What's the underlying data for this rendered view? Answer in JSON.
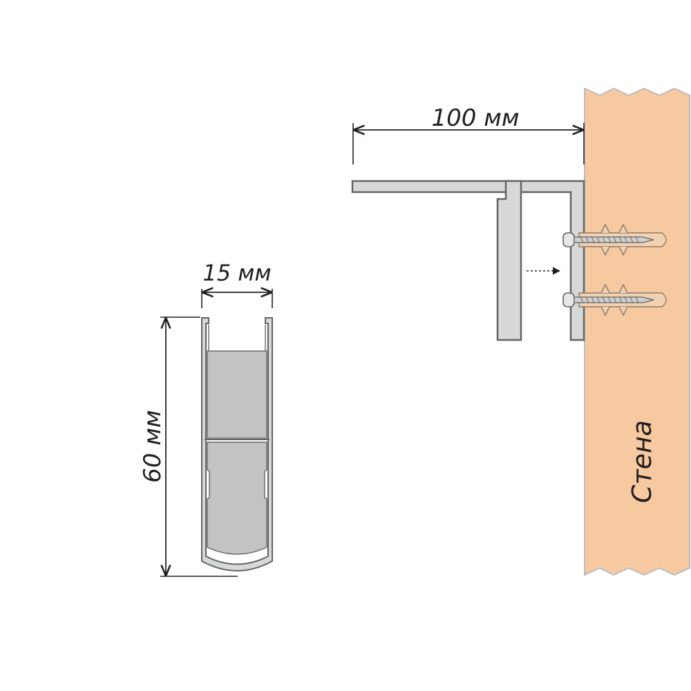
{
  "labels": {
    "bracket_width": "100 мм",
    "profile_width": "15 мм",
    "profile_height": "60 мм",
    "wall": "Стена"
  },
  "colors": {
    "wall_fill": "#f7c9a0",
    "wall_stroke": "#bbbcbe",
    "metal_fill": "#d7d8da",
    "metal_stroke": "#636466",
    "profile_insert": "#c2c3c5",
    "line": "#231f20"
  }
}
